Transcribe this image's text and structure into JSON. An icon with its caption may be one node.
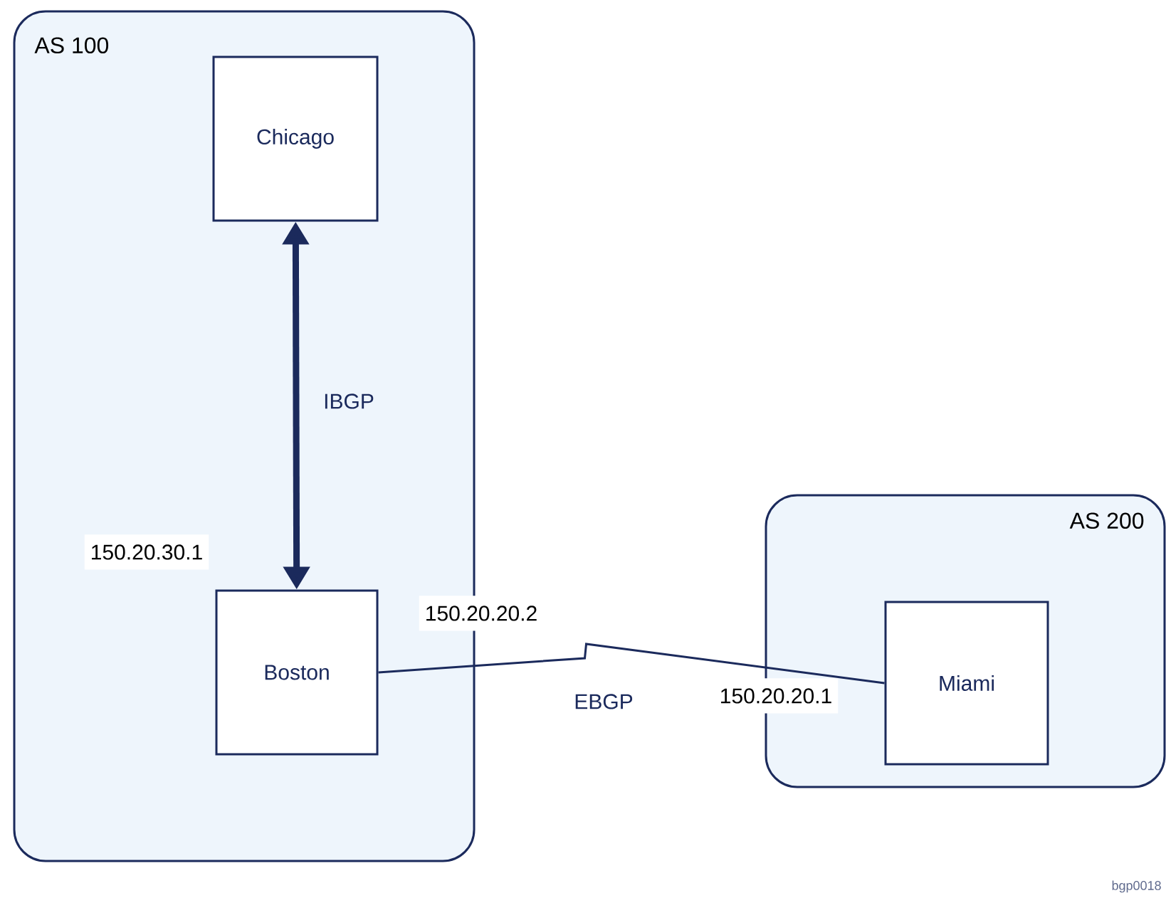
{
  "diagram": {
    "nodes": [
      {
        "text": [
          "AS 100"
        ]
      },
      {
        "text": [
          "Chicago"
        ],
        "in": 0
      },
      {
        "text": [
          "Boston"
        ],
        "in": 0
      },
      {
        "text": [
          "AS 200"
        ]
      },
      {
        "text": [
          "Miami"
        ],
        "in": 3
      }
    ],
    "edges": [
      {
        "from": 1,
        "to": 2,
        "arrow": "both",
        "style": "thick",
        "label": "IBGP"
      },
      {
        "from": 2,
        "to": 4,
        "arrow": "none",
        "label": "EBGP"
      }
    ],
    "labels": [
      "150.20.30.1",
      "150.20.20.2",
      "150.20.20.1",
      "bgp0018"
    ]
  }
}
